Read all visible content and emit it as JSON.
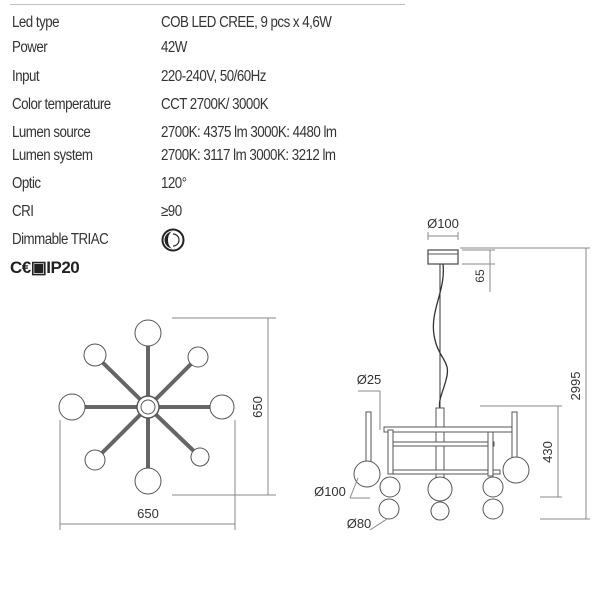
{
  "specs": [
    {
      "label": "Led type",
      "value": "COB LED CREE, 9 pcs x 4,6W"
    },
    {
      "label": "Power",
      "value": "42W"
    },
    {
      "label": "Input",
      "value": "220-240V, 50/60Hz"
    },
    {
      "label": "Color temperature",
      "value": "CCT 2700K/ 3000K"
    },
    {
      "label": "Lumen source",
      "value": "2700K: 4375 lm  3000K: 4480 lm"
    },
    {
      "label": "Lumen system",
      "value": "2700K: 3117 lm  3000K: 3212 lm"
    },
    {
      "label": "Optic",
      "value": "120°"
    },
    {
      "label": "CRI",
      "value": "≥90"
    },
    {
      "label": "Dimmable TRIAC",
      "value": ""
    }
  ],
  "certifications": "C€▣IP20",
  "icons": {
    "dimmable": "dimmable-triac-icon"
  },
  "top_view": {
    "width_label": "650",
    "height_label": "650"
  },
  "side_view": {
    "canopy_diameter": "Ø100",
    "canopy_height": "65",
    "rod_diameter": "Ø25",
    "total_height": "2995",
    "body_height": "430",
    "large_globe_diameter": "Ø100",
    "small_globe_diameter": "Ø80"
  }
}
